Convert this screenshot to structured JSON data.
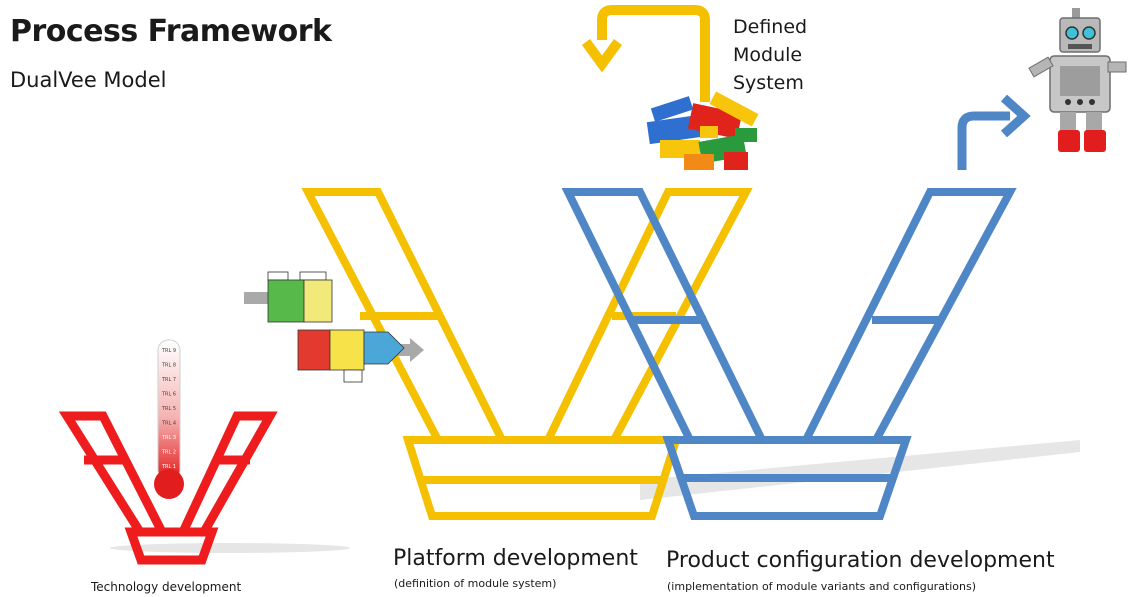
{
  "header": {
    "title": "Process Framework",
    "subtitle": "DualVee Model"
  },
  "diagram": {
    "module_system_label": "Defined Module System",
    "module_system_lines": [
      "Defined",
      "Module",
      "System"
    ],
    "platform": {
      "label": "Platform development",
      "sublabel": "(definition of module system)",
      "color": "#F5C000"
    },
    "product": {
      "label": "Product configuration development",
      "sublabel": "(implementation of module variants and configurations)",
      "color": "#4F86C6"
    },
    "technology": {
      "label": "Technology development",
      "color": "#EE1C1C"
    },
    "thermometer": {
      "levels": [
        "TRL 9",
        "TRL 8",
        "TRL 7",
        "TRL 6",
        "TRL 5",
        "TRL 4",
        "TRL 3",
        "TRL 2",
        "TRL 1"
      ]
    },
    "arrow_colors": {
      "module_return": "#F5C000",
      "product_out": "#4F86C6",
      "gray": "#A9A9A9"
    },
    "lego_colors": [
      "#2E6FD0",
      "#E0241B",
      "#F6C50C",
      "#2A9A3C",
      "#F28A16"
    ]
  }
}
